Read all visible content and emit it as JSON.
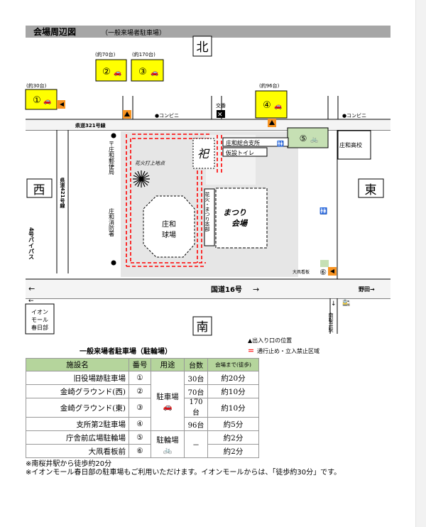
{
  "header": {
    "title": "会場周辺図",
    "subtitle": "（一般来場者駐車場）"
  },
  "compass": {
    "north": "北",
    "south": "南",
    "east": "東",
    "west": "西"
  },
  "parking_markers": [
    {
      "id": "p1",
      "symbol": "①",
      "capacity": "(約30台)"
    },
    {
      "id": "p2",
      "symbol": "②",
      "capacity": "(約70台)"
    },
    {
      "id": "p3",
      "symbol": "③",
      "capacity": "(約170台)"
    },
    {
      "id": "p4",
      "symbol": "④",
      "capacity": "(約96台)"
    },
    {
      "id": "p5",
      "symbol": "⑤"
    },
    {
      "id": "p6",
      "symbol": "⑥",
      "label": "大凧看板"
    }
  ],
  "map_labels": {
    "koban": "交番",
    "conbini_1": "●コンビニ",
    "conbini_2": "●コンビニ",
    "road_321": "県道321号線",
    "road_421": "県道421号線",
    "bypass": "4号バイパス",
    "national_16": "国道16号",
    "to_noda": "野田→",
    "to_east_arrow": "→",
    "to_west_arrow": "←",
    "post_office": "〒庄和郵便局",
    "fire_station": "庄和消防署",
    "shouwa_branch": "庄和総合支所",
    "temp_toilet": "仮設トイレ",
    "fireworks_site": "花火打上地点",
    "ballpark": "庄和球場",
    "festival_hq": "花火・まつり本部",
    "festival_venue": "まつり会場",
    "high_school": "庄和高校",
    "ion_mall": "イオンモール春日部",
    "minami_sakurai": "南桜井駅"
  },
  "legend": {
    "entrance": "▲出入り口の位置",
    "no_entry_symbol": "＝",
    "no_entry": "通行止め・立入禁止区域"
  },
  "table": {
    "title": "一般来場者駐車場（駐輪場）",
    "headers": [
      "施設名",
      "番号",
      "用途",
      "台数",
      "会場まで(徒歩)"
    ],
    "rows": [
      {
        "name": "旧役場跡駐車場",
        "num": "①",
        "count": "30台",
        "walk": "約20分"
      },
      {
        "name": "金崎グラウンド(西)",
        "num": "②",
        "count": "70台",
        "walk": "約10分"
      },
      {
        "name": "金崎グラウンド(東)",
        "num": "③",
        "count": "170台",
        "walk": "約10分"
      },
      {
        "name": "支所第2駐車場",
        "num": "④",
        "count": "96台",
        "walk": "約5分"
      },
      {
        "name": "庁舎前広場駐輪場",
        "num": "⑤",
        "count": "",
        "walk": "約2分"
      },
      {
        "name": "大凧看板前",
        "num": "⑥",
        "count": "",
        "walk": "約2分"
      }
    ],
    "use_parking": "駐車場",
    "use_bicycle": "駐輪場",
    "dash": "－"
  },
  "notes": [
    "※南桜井駅から徒歩約20分",
    "※イオンモール春日部の駐車場もご利用いただけます。イオンモールからは、「徒歩約30分」です。"
  ],
  "colors": {
    "header_bar": "#a6a6a6",
    "parking_yellow": "#ffff00",
    "bicycle_green": "#c6e0b4",
    "table_header": "#b5d59c",
    "entrance_orange": "#f79321",
    "no_entry_red": "#ff0000",
    "venue_gray": "#e6e6e6",
    "road_gray": "#cfcfcf"
  }
}
